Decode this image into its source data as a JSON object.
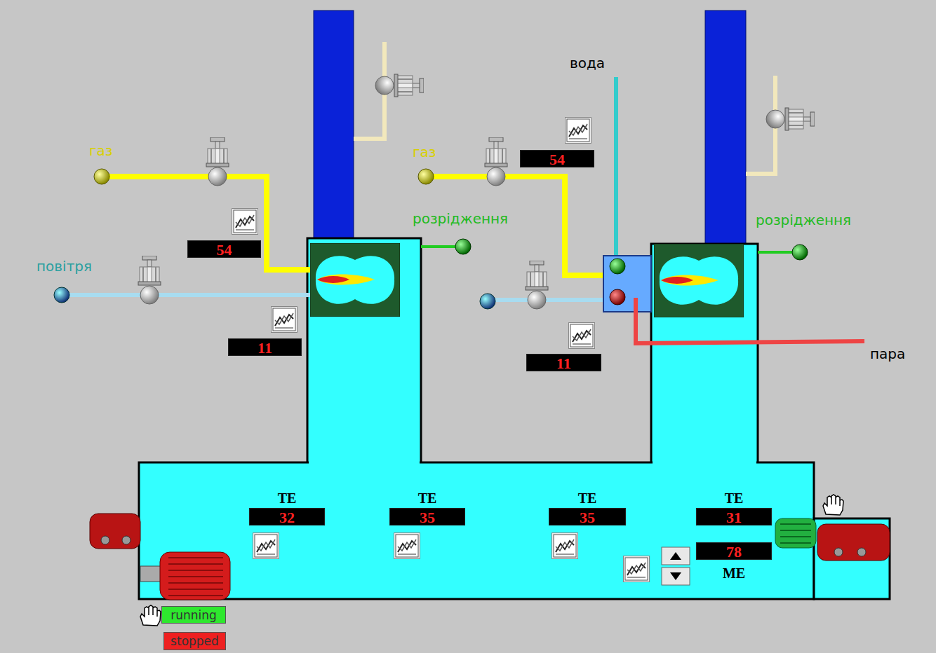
{
  "diagram": {
    "nodes": [
      {
        "text": [
          "54"
        ]
      },
      {
        "text": [
          "11"
        ]
      },
      {
        "text": [
          "54"
        ]
      },
      {
        "text": [
          "11"
        ]
      },
      {
        "text": [
          "TE",
          "32"
        ]
      },
      {
        "text": [
          "TE",
          "35"
        ]
      },
      {
        "text": [
          "TE",
          "35"
        ]
      },
      {
        "text": [
          "TE",
          "31"
        ]
      },
      {
        "text": [
          "78",
          "ME"
        ]
      },
      {
        "text": [
          "running"
        ]
      },
      {
        "text": [
          "stopped"
        ]
      }
    ],
    "labels": [
      "вода",
      "газ",
      "газ",
      "розрідження",
      "розрідження",
      "повітря",
      "пара"
    ]
  }
}
